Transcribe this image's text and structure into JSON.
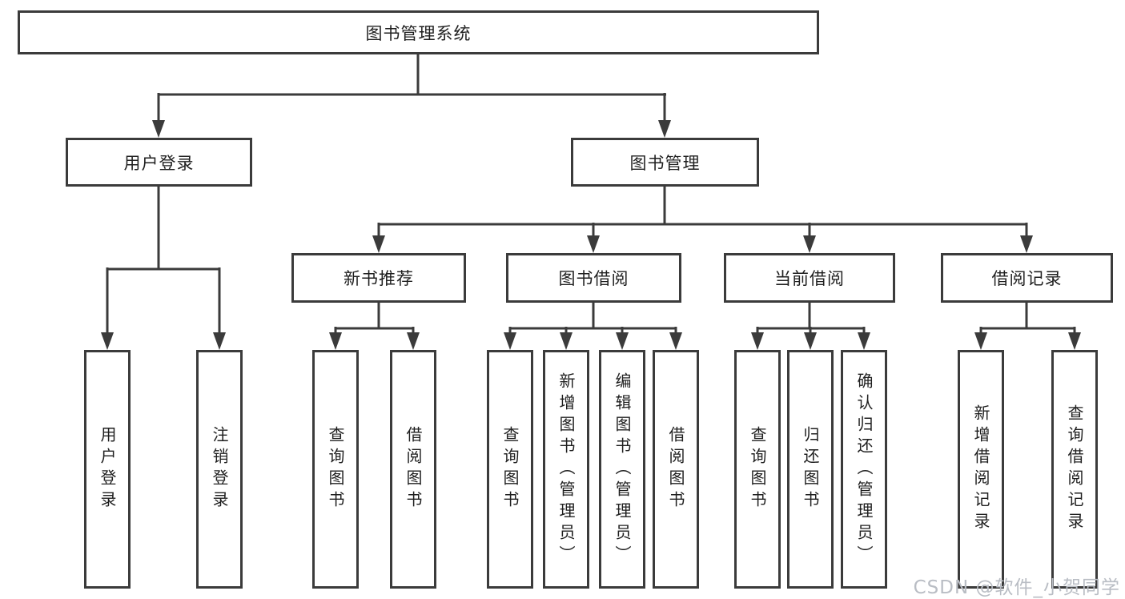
{
  "diagram": {
    "root": "图书管理系统",
    "user_login": {
      "label": "用户登录",
      "children": [
        "用户登录",
        "注销登录"
      ]
    },
    "book_mgmt": {
      "label": "图书管理",
      "sections": [
        {
          "label": "新书推荐",
          "children": [
            "查询图书",
            "借阅图书"
          ]
        },
        {
          "label": "图书借阅",
          "children": [
            "查询图书",
            "新增图书（管理员）",
            "编辑图书（管理员）",
            "借阅图书"
          ]
        },
        {
          "label": "当前借阅",
          "children": [
            "查询图书",
            "归还图书",
            "确认归还（管理员）"
          ]
        },
        {
          "label": "借阅记录",
          "children": [
            "新增借阅记录",
            "查询借阅记录"
          ]
        }
      ]
    }
  },
  "watermark": "CSDN @软件_小贺同学",
  "colors": {
    "line": "#3b3b3b",
    "text": "#1f1f1f",
    "watermark": "#b9bdc4",
    "background": "#ffffff"
  }
}
